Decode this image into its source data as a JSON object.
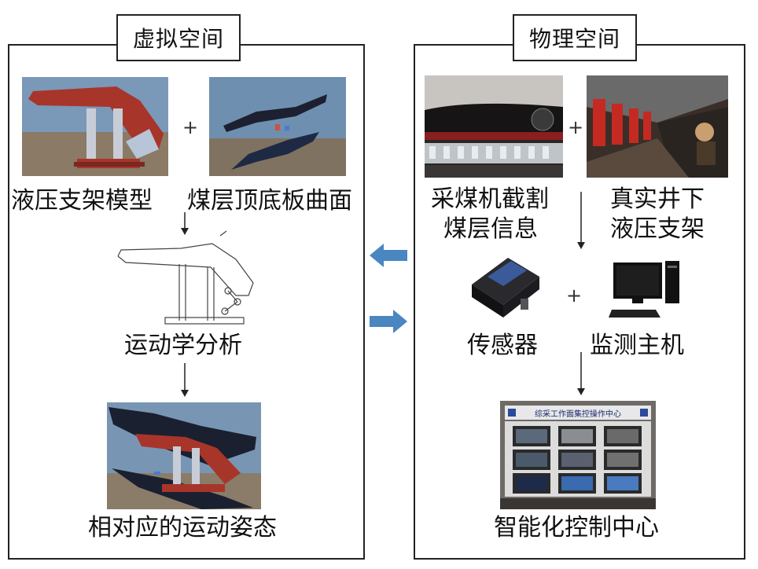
{
  "virtual": {
    "title": "虚拟空间",
    "support_model": "液压支架模型",
    "seam_surface": "煤层顶底板曲面",
    "plus": "+",
    "kinematics": "运动学分析",
    "posture": "相对应的运动姿态"
  },
  "physical": {
    "title": "物理空间",
    "shearer_line1": "采煤机截割",
    "shearer_line2": "煤层信息",
    "real_line1": "真实井下",
    "real_line2": "液压支架",
    "plus1": "+",
    "sensor": "传感器",
    "plus2": "+",
    "host": "监测主机",
    "control": "智能化控制中心",
    "control_banner": "综采工作面集控操作中心"
  },
  "colors": {
    "flow_arrow": "#4a86c0",
    "support_red": "#a8352a",
    "sky": "#6f8fb0"
  }
}
